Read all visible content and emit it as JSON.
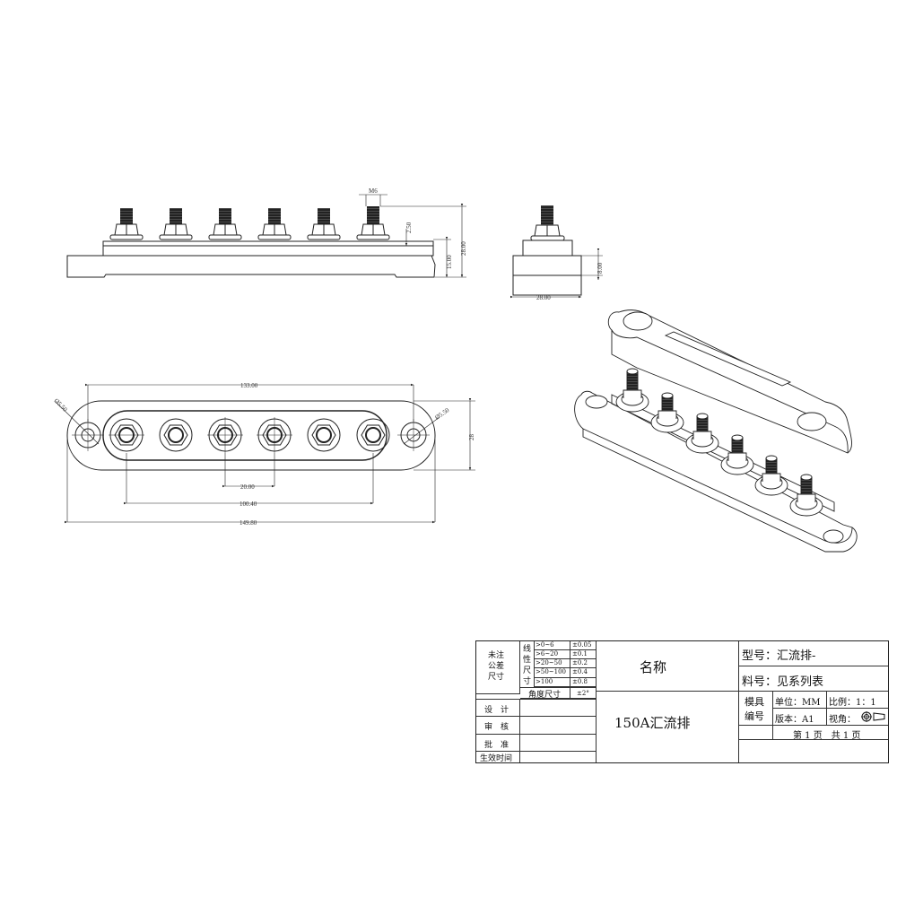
{
  "drawing": {
    "front_view": {
      "terminal_count": 6,
      "thread_label": "M6",
      "dims": {
        "nut_height": "2.50",
        "base_height": "15.00",
        "total_height": "28.00"
      }
    },
    "side_view": {
      "dims": {
        "width": "28.00",
        "base_height": "8.00"
      }
    },
    "top_view": {
      "dims": {
        "hole_dia_left": "Ø5.50",
        "hole_dia_right": "Ø5.50",
        "hole_spacing": "133.00",
        "stud_pitch": "20.00",
        "stud_span": "100.40",
        "overall_length": "149.80",
        "overall_width": "28"
      }
    },
    "iso_view": {
      "label": "isometric-exploded"
    }
  },
  "title_block": {
    "tolerance": {
      "label": "未注\n公差\n尺寸",
      "label_lines": [
        "未注",
        "公差",
        "尺寸"
      ],
      "linear_label_chars": [
        "线",
        "性",
        "尺",
        "寸"
      ],
      "rows": [
        {
          "range": ">0~6",
          "tol": "±0.05"
        },
        {
          "range": ">6~20",
          "tol": "±0.1"
        },
        {
          "range": ">20~50",
          "tol": "±0.2"
        },
        {
          "range": ">50~100",
          "tol": "±0.4"
        },
        {
          "range": ">100",
          "tol": "±0.8"
        }
      ],
      "angle_label": "角度尺寸",
      "angle_tol": "±2°"
    },
    "approvals": [
      {
        "label": "设　计",
        "value": ""
      },
      {
        "label": "审　核",
        "value": ""
      },
      {
        "label": "批　准",
        "value": ""
      },
      {
        "label": "生效时间",
        "value": ""
      }
    ],
    "name_label": "名称",
    "name_value": "150A汇流排",
    "model": "型号：汇流排-",
    "material": "料号：见系列表",
    "mold_label": [
      "模具",
      "编号"
    ],
    "unit": "单位：MM",
    "scale": "比例：1：1",
    "version": "版本：A1",
    "view_angle": "视角：",
    "page": "第 1 页　共 1 页"
  }
}
